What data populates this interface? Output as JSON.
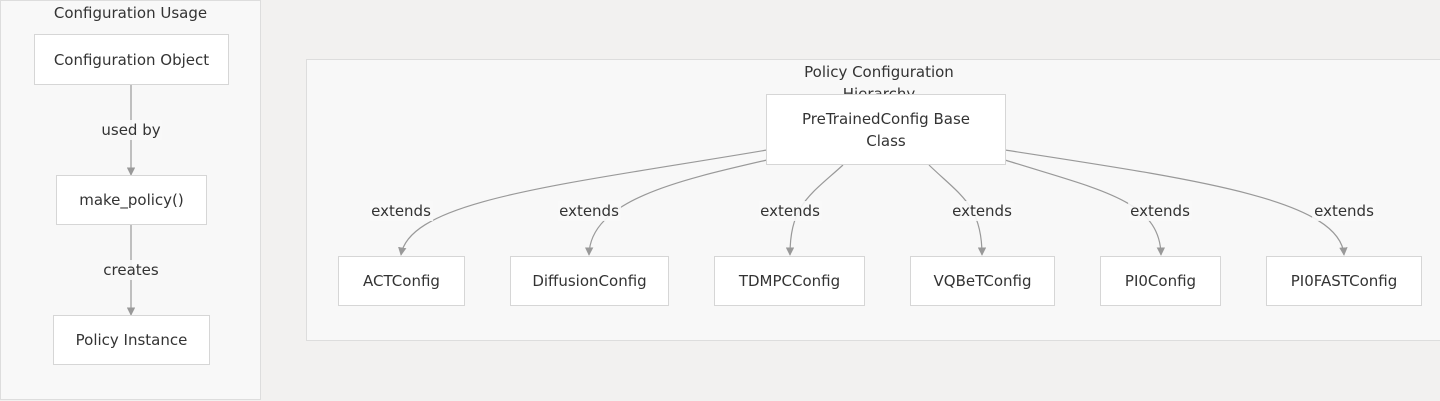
{
  "usage": {
    "title": "Configuration Usage",
    "nodes": {
      "config_object": "Configuration Object",
      "make_policy": "make_policy()",
      "policy_instance": "Policy Instance"
    },
    "edges": {
      "used_by": "used by",
      "creates": "creates"
    }
  },
  "hierarchy": {
    "title": "Policy Configuration Hierarchy",
    "base": "PreTrainedConfig Base Class",
    "edge_label": "extends",
    "children": [
      "ACTConfig",
      "DiffusionConfig",
      "TDMPCConfig",
      "VQBeTConfig",
      "PI0Config",
      "PI0FASTConfig"
    ]
  },
  "colors": {
    "background": "#f2f1f0",
    "cluster": "#f8f8f8",
    "node": "#ffffff",
    "edge": "#999999"
  }
}
